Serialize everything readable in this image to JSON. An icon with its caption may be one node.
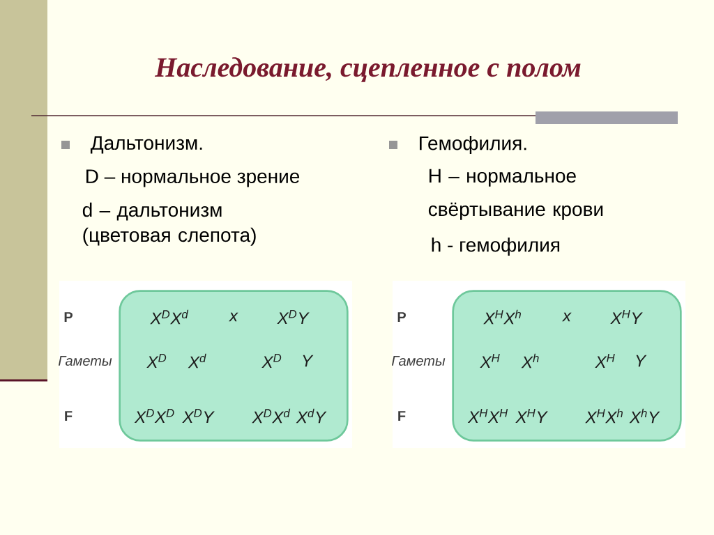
{
  "diagram": {
    "title": "Наследование, сцепленное с полом",
    "nodes": [
      {
        "text": [
          "X$^{D}$X$^{d}$",
          "x",
          "X$^{D}$Y",
          "X$^{D}$",
          "X$^{d}$",
          "X$^{D}$",
          "Y",
          "X$^{D}$X$^{D}$",
          "X$^{D}$Y",
          "X$^{D}$X$^{d}$",
          "X$^{d}$Y"
        ]
      },
      {
        "text": [
          "X$^{H}$X$^{h}$",
          "x",
          "X$^{H}$Y",
          "X$^{H}$",
          "X$^{h}$",
          "X$^{H}$",
          "Y",
          "X$^{H}$X$^{H}$",
          "X$^{H}$Y",
          "X$^{H}$X$^{h}$",
          "X$^{h}$Y"
        ]
      }
    ],
    "labels": [
      "Дальтонизм.",
      "D – нормальное зрение",
      "d – дальтонизм (цветовая слепота)",
      "Гемофилия.",
      "H – нормальное свёртывание крови",
      "h - гемофилия",
      "P",
      "Гаметы",
      "F",
      "P",
      "Гаметы",
      "F"
    ]
  }
}
